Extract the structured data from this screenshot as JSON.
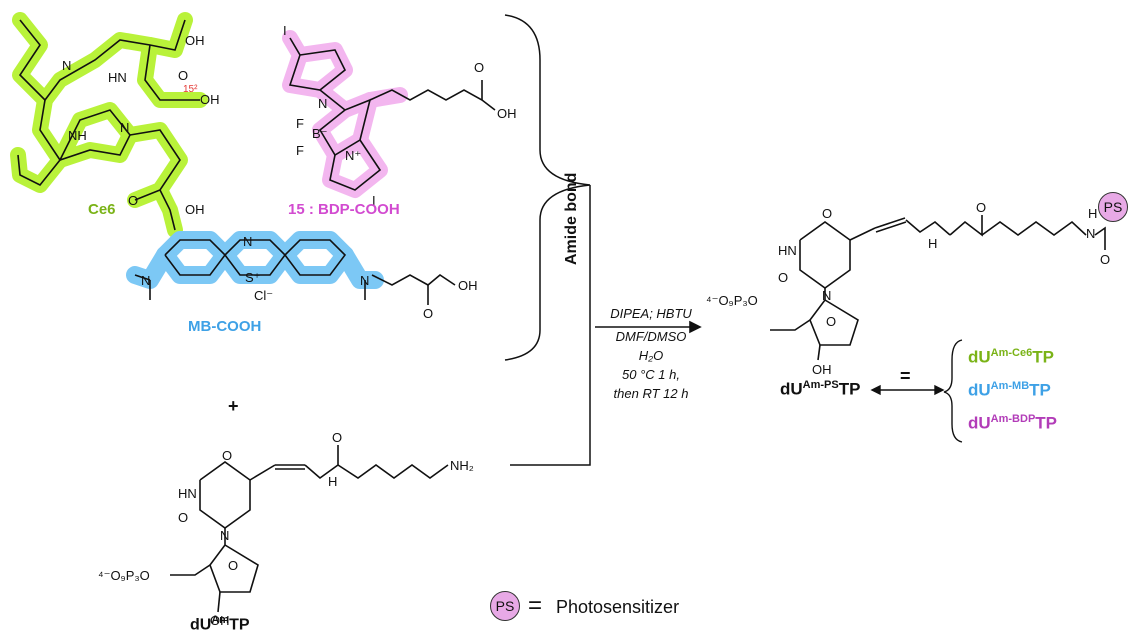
{
  "reactants": {
    "ce6": {
      "label": "Ce6",
      "color": "#7ab317",
      "highlight": "#b9f23a",
      "carbon_label": "15²"
    },
    "bdp": {
      "label": "15 : BDP-COOH",
      "color": "#d24bd0",
      "highlight": "#f3b6ef"
    },
    "mb": {
      "label": "MB-COOH",
      "color": "#3ea1e6",
      "highlight": "#7cc8f5",
      "counterion": "Cl⁻"
    },
    "plus": "+",
    "nucleotide": {
      "label": "dU",
      "label_sup": "Am",
      "label_tail": "TP"
    }
  },
  "reaction": {
    "bracket_label": "Amide bond",
    "conditions": [
      "DIPEA; HBTU",
      "DMF/DMSO",
      "H₂O",
      "50 °C 1 h,",
      "then RT 12 h"
    ]
  },
  "product": {
    "label": "dU",
    "label_sup": "Am-PS",
    "label_tail": "TP",
    "equals": "=",
    "variants": [
      {
        "base": "dU",
        "sup": "Am-Ce6",
        "tail": "TP",
        "color": "#7ab317"
      },
      {
        "base": "dU",
        "sup": "Am-MB",
        "tail": "TP",
        "color": "#3ea1e6"
      },
      {
        "base": "dU",
        "sup": "Am-BDP",
        "tail": "TP",
        "color": "#b23cb8"
      }
    ]
  },
  "legend": {
    "badge": "PS",
    "equals": "=",
    "text": "Photosensitizer"
  },
  "atoms": {
    "oh": "OH",
    "o": "O",
    "n": "N",
    "nh": "NH",
    "hn": "HN",
    "h": "H",
    "nh2": "NH₂",
    "s_plus": "S⁺",
    "f": "F",
    "b_minus": "B⁻",
    "n_plus": "N⁺",
    "i": "I",
    "phosphate": "⁴⁻O₉P₃O"
  }
}
